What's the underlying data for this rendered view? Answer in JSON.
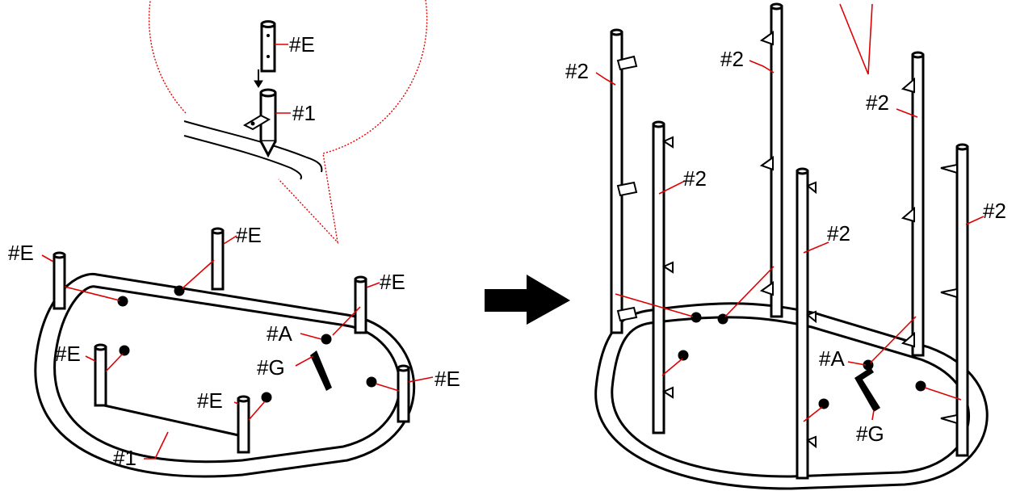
{
  "colors": {
    "leader": "#e00000",
    "line": "#000000",
    "background": "#ffffff"
  },
  "step1": {
    "labels": {
      "e_detail": "#E",
      "one_detail": "#1",
      "e_left": "#E",
      "e_top": "#E",
      "e_right_top": "#E",
      "a": "#A",
      "g": "#G",
      "e_inner_left": "#E",
      "e_bottom": "#E",
      "e_right": "#E",
      "one_frame": "#1"
    }
  },
  "step2": {
    "labels": {
      "two_a": "#2",
      "two_b": "#2",
      "two_c": "#2",
      "two_d": "#2",
      "two_e": "#2",
      "two_f": "#2",
      "a": "#A",
      "g": "#G"
    }
  },
  "icons": {
    "arrow": "right-arrow-icon"
  }
}
